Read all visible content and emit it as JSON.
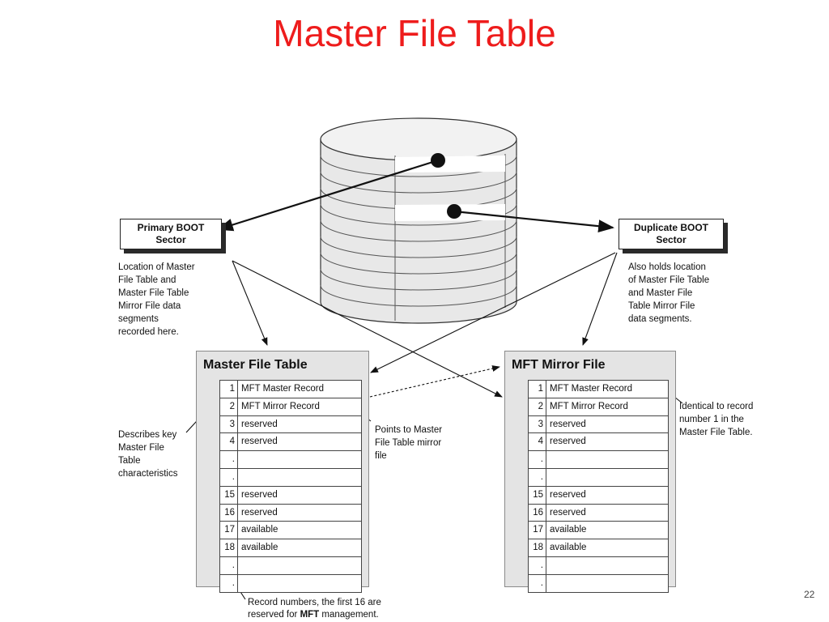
{
  "title": "Master File Table",
  "page_number": "22",
  "primary_boot": {
    "lines": [
      "Primary BOOT",
      "Sector"
    ]
  },
  "duplicate_boot": {
    "lines": [
      "Duplicate BOOT",
      "Sector"
    ]
  },
  "primary_note": {
    "lines": [
      "Location of Master",
      "File Table and",
      "Master File Table",
      "Mirror File data",
      "segments",
      "recorded here."
    ]
  },
  "duplicate_note": {
    "lines": [
      "Also holds location",
      "of Master File Table",
      "and Master File",
      "Table Mirror File",
      "data segments."
    ]
  },
  "describes_note": {
    "lines": [
      "Describes key",
      "Master File",
      "Table",
      "characteristics"
    ]
  },
  "points_note": {
    "lines": [
      "Points to Master",
      "File Table mirror",
      "file"
    ]
  },
  "identical_note": {
    "lines": [
      "Identical to record",
      "number 1 in the",
      "Master File Table."
    ]
  },
  "record_note": {
    "line1": "Record numbers, the first 16 are",
    "line2_pre": "reserved for ",
    "line2_bold": "MFT",
    "line2_post": " management."
  },
  "mft_table": {
    "title": "Master File Table",
    "rows": [
      {
        "num": "1",
        "label": "MFT Master Record"
      },
      {
        "num": "2",
        "label": "MFT Mirror Record"
      },
      {
        "num": "3",
        "label": "reserved"
      },
      {
        "num": "4",
        "label": "reserved"
      },
      {
        "num": ".",
        "label": ""
      },
      {
        "num": ".",
        "label": ""
      },
      {
        "num": "15",
        "label": "reserved"
      },
      {
        "num": "16",
        "label": "reserved"
      },
      {
        "num": "17",
        "label": "available"
      },
      {
        "num": "18",
        "label": "available"
      },
      {
        "num": ".",
        "label": ""
      },
      {
        "num": ".",
        "label": ""
      }
    ]
  },
  "mirror_table": {
    "title": "MFT Mirror File",
    "rows": [
      {
        "num": "1",
        "label": "MFT Master Record"
      },
      {
        "num": "2",
        "label": "MFT Mirror Record"
      },
      {
        "num": "3",
        "label": "reserved"
      },
      {
        "num": "4",
        "label": "reserved"
      },
      {
        "num": ".",
        "label": ""
      },
      {
        "num": ".",
        "label": ""
      },
      {
        "num": "15",
        "label": "reserved"
      },
      {
        "num": "16",
        "label": "reserved"
      },
      {
        "num": "17",
        "label": "available"
      },
      {
        "num": "18",
        "label": "available"
      },
      {
        "num": ".",
        "label": ""
      },
      {
        "num": ".",
        "label": ""
      }
    ]
  },
  "colors": {
    "title": "#ee1c1c",
    "panel": "#e4e4e4",
    "disk": "#e6e6e6",
    "line": "#111111"
  }
}
